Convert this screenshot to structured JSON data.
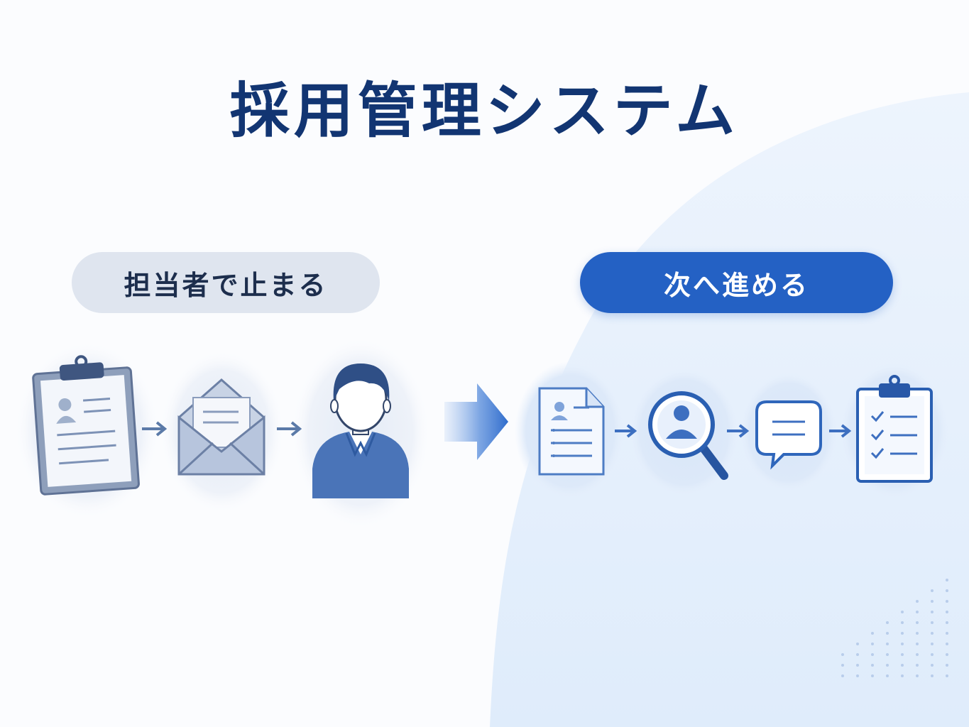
{
  "title": "採用管理システム",
  "left_state": {
    "label": "担当者で止まる",
    "steps": [
      "clipboard-resume-icon",
      "envelope-icon",
      "person-icon"
    ]
  },
  "right_state": {
    "label": "次へ進める",
    "steps": [
      "resume-document-icon",
      "magnifier-person-icon",
      "chat-bubble-icon",
      "checklist-clipboard-icon"
    ]
  },
  "colors": {
    "title": "#123572",
    "accent": "#2461c4",
    "muted_pill": "#dfe5ef",
    "muted_icon": "#5f7295",
    "background_wave": "#e3eefc"
  }
}
